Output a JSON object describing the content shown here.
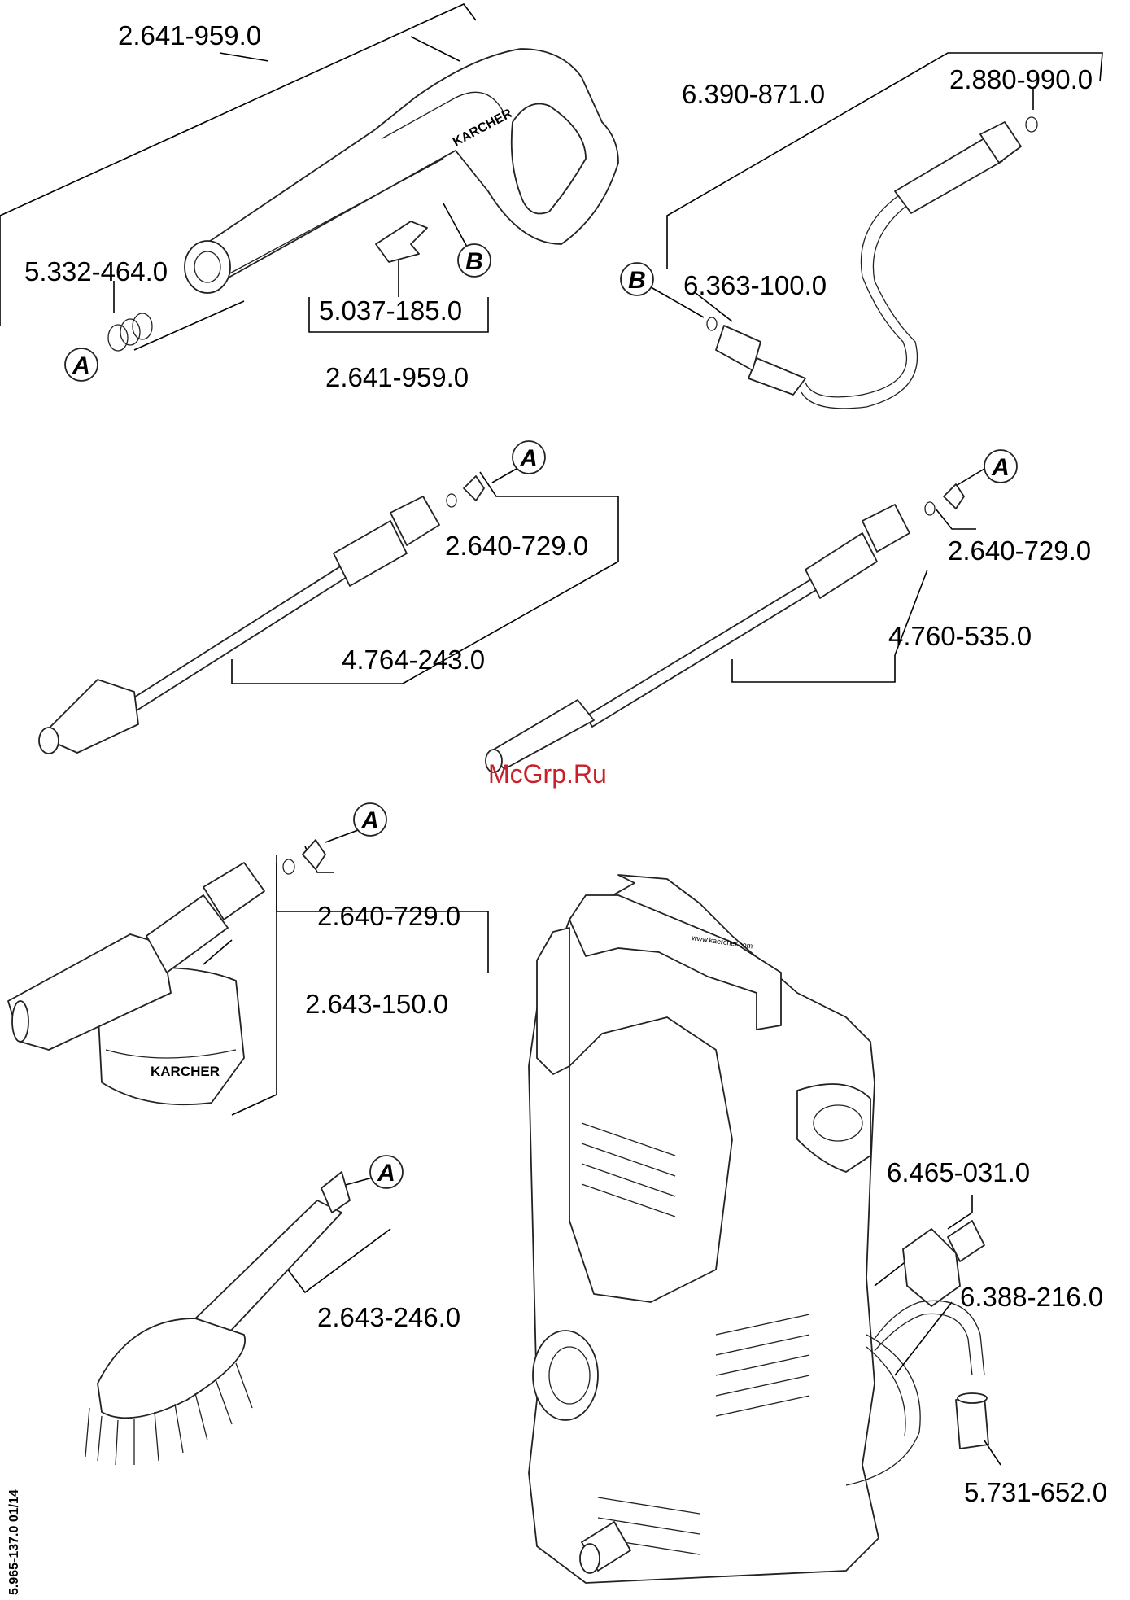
{
  "parts": {
    "gun_top": "2.641-959.0",
    "seal_ring": "5.332-464.0",
    "clip": "5.037-185.0",
    "gun_kit": "2.641-959.0",
    "hose": "6.390-871.0",
    "o_ring_top": "2.880-990.0",
    "o_ring_small": "6.363-100.0",
    "nozzle_a": "2.640-729.0",
    "lance_dirt": "4.764-243.0",
    "nozzle_b": "2.640-729.0",
    "lance_spray": "4.760-535.0",
    "nozzle_c": "2.640-729.0",
    "foam_nozzle": "2.643-150.0",
    "brush": "2.643-246.0",
    "coupling": "6.465-031.0",
    "suction_hose": "6.388-216.0",
    "filter": "5.731-652.0"
  },
  "markers": {
    "a": "A",
    "b": "B"
  },
  "brand": "KARCHER",
  "watermark": "McGrp.Ru",
  "doc_code": "5.965-137.0  01/14",
  "colors": {
    "line": "#000000",
    "watermark": "#c8202a",
    "background": "#ffffff"
  }
}
